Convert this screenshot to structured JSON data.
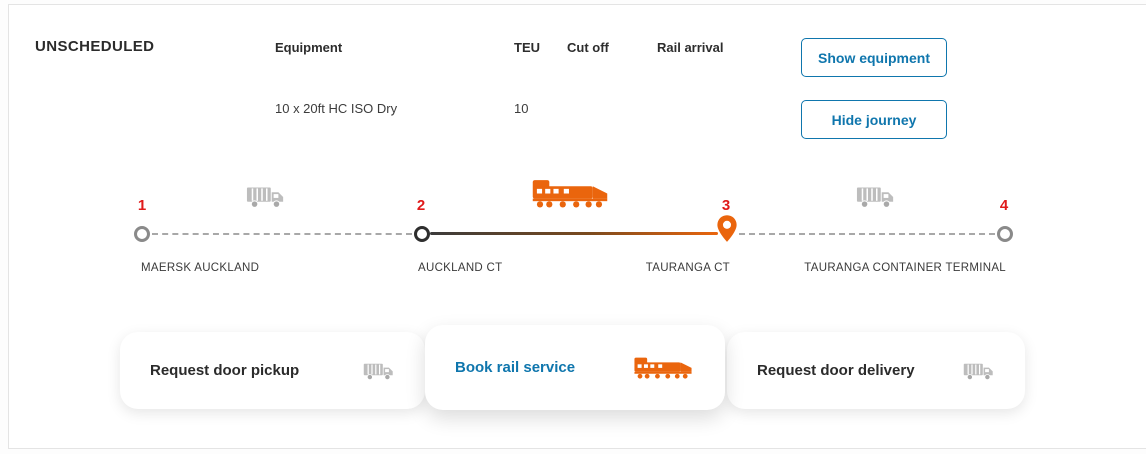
{
  "header": {
    "status": "UNSCHEDULED",
    "columns": {
      "equipment": "Equipment",
      "teu": "TEU",
      "cutoff": "Cut off",
      "rail_arrival": "Rail arrival"
    },
    "show_equipment_label": "Show equipment",
    "hide_journey_label": "Hide journey"
  },
  "equipment_row": {
    "equipment": "10 x 20ft HC ISO Dry",
    "teu": "10"
  },
  "journey": {
    "stops": [
      {
        "number": "1",
        "label": "MAERSK AUCKLAND"
      },
      {
        "number": "2",
        "label": "AUCKLAND CT"
      },
      {
        "number": "3",
        "label": "TAURANGA CT"
      },
      {
        "number": "4",
        "label": "TAURANGA CONTAINER TERMINAL"
      }
    ],
    "segments": [
      {
        "mode": "truck"
      },
      {
        "mode": "rail"
      },
      {
        "mode": "truck"
      }
    ]
  },
  "actions": [
    {
      "label": "Request door pickup",
      "icon": "truck",
      "active": false
    },
    {
      "label": "Book rail service",
      "icon": "train",
      "active": true
    },
    {
      "label": "Request door delivery",
      "icon": "truck",
      "active": false
    }
  ],
  "colors": {
    "accent_blue": "#0f76ad",
    "accent_orange": "#ea650d",
    "stop_number_red": "#e01a1a",
    "muted_gray": "#bdbdbd",
    "text_dark": "#2b2b2b"
  }
}
